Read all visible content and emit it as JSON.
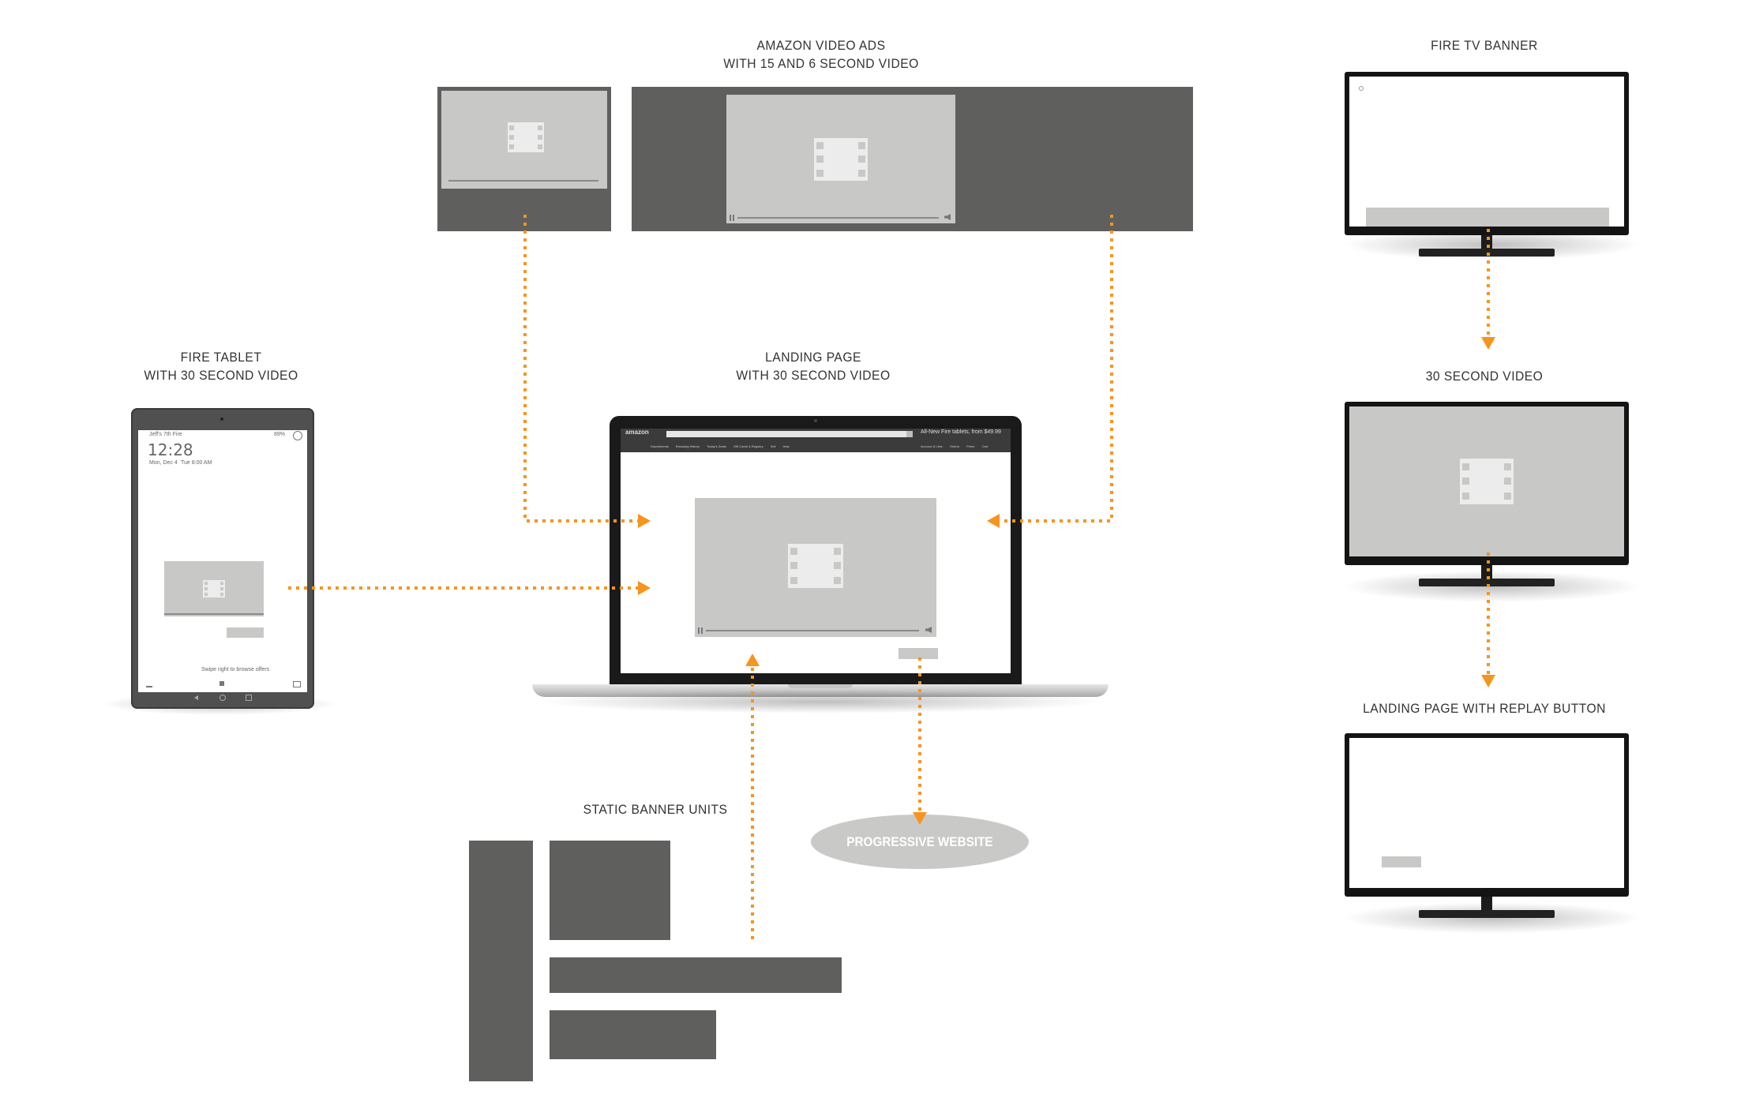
{
  "labels": {
    "amazon_video_ads": [
      "AMAZON VIDEO ADS",
      "WITH 15 AND 6 SECOND VIDEO"
    ],
    "fire_tv_banner": [
      "FIRE TV BANNER"
    ],
    "fire_tablet": [
      "FIRE TABLET",
      "WITH 30 SECOND VIDEO"
    ],
    "landing_page": [
      "LANDING PAGE",
      "WITH 30 SECOND VIDEO"
    ],
    "thirty_second_video": [
      "30 SECOND VIDEO"
    ],
    "landing_page_replay": [
      "LANDING PAGE WITH REPLAY BUTTON"
    ],
    "static_banner_units": [
      "STATIC BANNER UNITS"
    ],
    "progressive_website": "PROGRESSIVE WEBSITE"
  },
  "tablet": {
    "time": "12:28",
    "date": "Mon, Dec 4",
    "alarm": "Tue 8:00 AM",
    "owner": "Jeff's 7th Fire",
    "battery": "89%",
    "swipe_hint": "Swipe right to browse offers"
  },
  "laptop": {
    "logo": "amazon",
    "banner_text": "All-New Fire tablets, from $49.99",
    "nav_items": [
      "Departments",
      "Browsing History",
      "Today's Deals",
      "Gift Cards & Registry",
      "Sell",
      "Help"
    ],
    "account_items": [
      "Account & Lists",
      "Orders",
      "Prime",
      "Cart"
    ]
  },
  "colors": {
    "arrow": "#f7941d",
    "dark_gray": "#5f5f5e",
    "light_gray": "#c8c8c6",
    "pill": "#c9c9c7"
  },
  "icons": [
    "film-icon",
    "pause-icon",
    "volume-icon",
    "search-icon",
    "cart-icon",
    "lock-icon",
    "camera-icon",
    "back-icon",
    "home-icon",
    "recents-icon"
  ]
}
